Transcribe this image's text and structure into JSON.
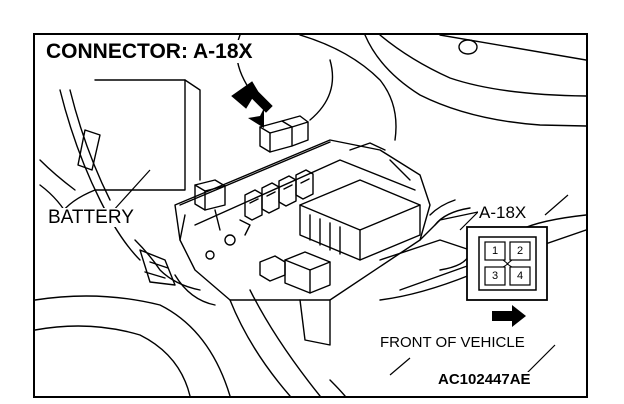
{
  "title": "CONNECTOR: A-18X",
  "labels": {
    "battery": "BATTERY",
    "connector": "A-18X",
    "front": "FRONT OF VEHICLE",
    "code": "AC102447AE"
  },
  "pins": [
    "1",
    "2",
    "3",
    "4"
  ]
}
